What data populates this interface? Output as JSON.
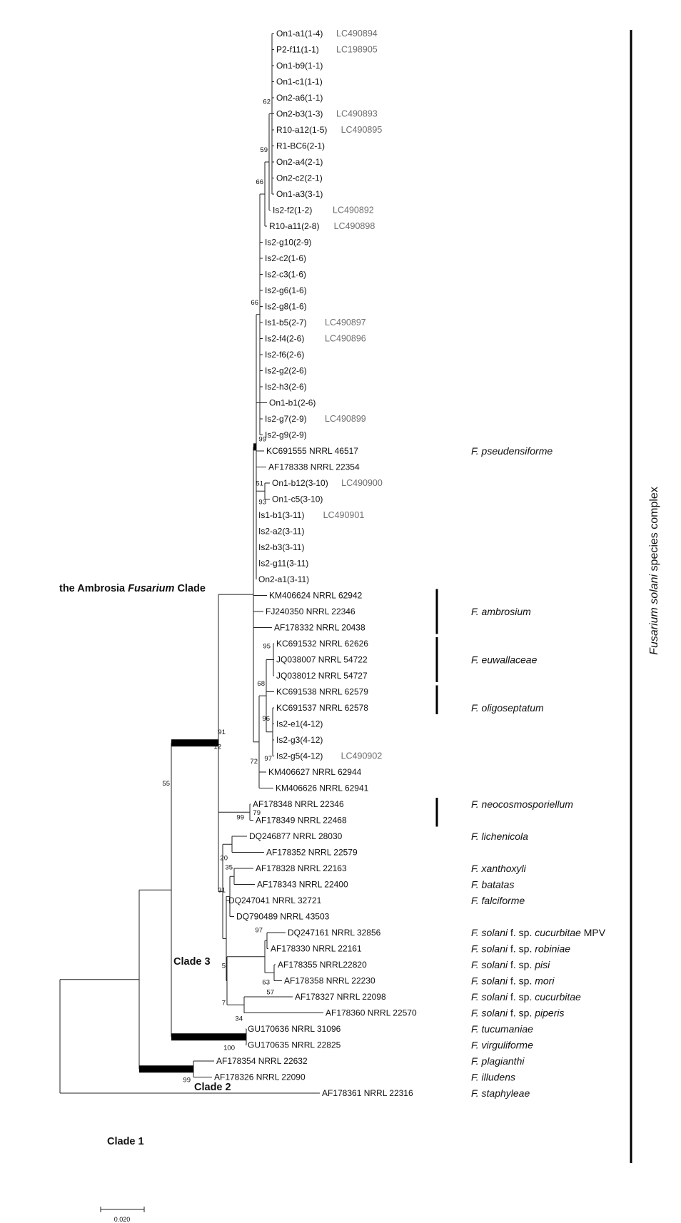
{
  "tips": [
    {
      "label": "On1-a1(1-4)",
      "accession": "LC490894",
      "accession_dark": true
    },
    {
      "label": "P2-f11(1-1)",
      "accession": "LC198905",
      "accession_dark": true
    },
    {
      "label": "On1-b9(1-1)"
    },
    {
      "label": "On1-c1(1-1)"
    },
    {
      "label": "On2-a6(1-1)"
    },
    {
      "label": "On2-b3(1-3)",
      "accession": "LC490893"
    },
    {
      "label": "R10-a12(1-5)",
      "accession": "LC490895"
    },
    {
      "label": "R1-BC6(2-1)"
    },
    {
      "label": "On2-a4(2-1)"
    },
    {
      "label": "On2-c2(2-1)"
    },
    {
      "label": "On1-a3(3-1)"
    },
    {
      "label": "Is2-f2(1-2)",
      "accession": "LC490892"
    },
    {
      "label": "R10-a11(2-8)",
      "accession": "LC490898"
    },
    {
      "label": "Is2-g10(2-9)"
    },
    {
      "label": "Is2-c2(1-6)"
    },
    {
      "label": "Is2-c3(1-6)"
    },
    {
      "label": "Is2-g6(1-6)"
    },
    {
      "label": "Is2-g8(1-6)"
    },
    {
      "label": "Is1-b5(2-7)",
      "accession": "LC490897"
    },
    {
      "label": "Is2-f4(2-6)",
      "accession": "LC490896"
    },
    {
      "label": "Is2-f6(2-6)"
    },
    {
      "label": "Is2-g2(2-6)"
    },
    {
      "label": "Is2-h3(2-6)"
    },
    {
      "label": "On1-b1(2-6)"
    },
    {
      "label": "Is2-g7(2-9)",
      "accession": "LC490899"
    },
    {
      "label": "Is2-g9(2-9)"
    },
    {
      "label": "KC691555 NRRL 46517",
      "species": "F. pseudensiforme"
    },
    {
      "label": "AF178338 NRRL 22354"
    },
    {
      "label": "On1-b12(3-10)",
      "accession": "LC490900",
      "accession_dark": true
    },
    {
      "label": "On1-c5(3-10)"
    },
    {
      "label": "Is1-b1(3-11)",
      "accession": "LC490901"
    },
    {
      "label": "Is2-a2(3-11)"
    },
    {
      "label": "Is2-b3(3-11)"
    },
    {
      "label": "Is2-g11(3-11)"
    },
    {
      "label": "On2-a1(3-11)"
    },
    {
      "label": "KM406624 NRRL 62942"
    },
    {
      "label": "FJ240350 NRRL 22346",
      "species": "F. ambrosium"
    },
    {
      "label": "AF178332 NRRL 20438"
    },
    {
      "label": "KC691532 NRRL 62626"
    },
    {
      "label": "JQ038007 NRRL 54722",
      "species": "F. euwallaceae"
    },
    {
      "label": "JQ038012 NRRL 54727"
    },
    {
      "label": "KC691538 NRRL 62579"
    },
    {
      "label": "KC691537 NRRL 62578",
      "species": "F. oligoseptatum"
    },
    {
      "label": "Is2-e1(4-12)"
    },
    {
      "label": "Is2-g3(4-12)"
    },
    {
      "label": "Is2-g5(4-12)",
      "accession": "LC490902"
    },
    {
      "label": "KM406627 NRRL 62944"
    },
    {
      "label": "KM406626 NRRL 62941"
    },
    {
      "label": "AF178348 NRRL 22346",
      "species": "F. neocosmosporiellum"
    },
    {
      "label": "AF178349 NRRL 22468"
    },
    {
      "label": "DQ246877 NRRL 28030",
      "species": "F. lichenicola"
    },
    {
      "label": "AF178352 NRRL 22579"
    },
    {
      "label": "AF178328 NRRL 22163",
      "species": "F. xanthoxyli"
    },
    {
      "label": "AF178343 NRRL 22400",
      "species": "F. batatas"
    },
    {
      "label": "DQ247041 NRRL 32721",
      "species": "F. falciforme"
    },
    {
      "label": "DQ790489 NRRL 43503"
    },
    {
      "label": "DQ247161 NRRL 32856",
      "species": "F. solani",
      "species_suffix": " f. sp. cucurbitae MPV"
    },
    {
      "label": "AF178330 NRRL 22161",
      "species": "F. solani",
      "species_suffix": " f. sp. robiniae"
    },
    {
      "label": "AF178355 NRRL22820",
      "species": "F. solani",
      "species_suffix": " f. sp. pisi"
    },
    {
      "label": "AF178358 NRRL 22230",
      "species": "F. solani",
      "species_suffix": " f. sp. mori"
    },
    {
      "label": "AF178327 NRRL 22098",
      "species": "F. solani",
      "species_suffix": " f. sp. cucurbitae"
    },
    {
      "label": "AF178360 NRRL 22570",
      "species": "F. solani",
      "species_suffix": " f. sp. piperis"
    },
    {
      "label": "GU170636 NRRL 31096",
      "species": "F. tucumaniae"
    },
    {
      "label": "GU170635 NRRL 22825",
      "species": "F. virguliforme"
    },
    {
      "label": "AF178354 NRRL 22632",
      "species": "F. plagianthi"
    },
    {
      "label": "AF178326 NRRL 22090",
      "species": "F. illudens"
    },
    {
      "label": "AF178361 NRRL 22316",
      "species": "F. staphyleae"
    }
  ],
  "bootstrap": [
    "62",
    "59",
    "66",
    "66",
    "51",
    "93",
    "99",
    "95",
    "96",
    "68",
    "97",
    "72",
    "79",
    "12",
    "91",
    "99",
    "20",
    "35",
    "31",
    "5",
    "97",
    "63",
    "57",
    "7",
    "34",
    "100",
    "99",
    "55"
  ],
  "clades": {
    "ambrosia_prefix": "the Ambrosia ",
    "ambrosia_italic": "Fusarium",
    "ambrosia_suffix": " Clade",
    "clade3": "Clade 3",
    "clade2": "Clade 2",
    "clade1": "Clade 1"
  },
  "complex": {
    "italic": "Fusarium solani",
    "rest": " species complex"
  },
  "scale_bar": {
    "value": 0.02,
    "label": "0.020"
  },
  "colors": {
    "branch": "#222222",
    "accession": "#6e6e6e",
    "thick_branch": "#000000"
  }
}
